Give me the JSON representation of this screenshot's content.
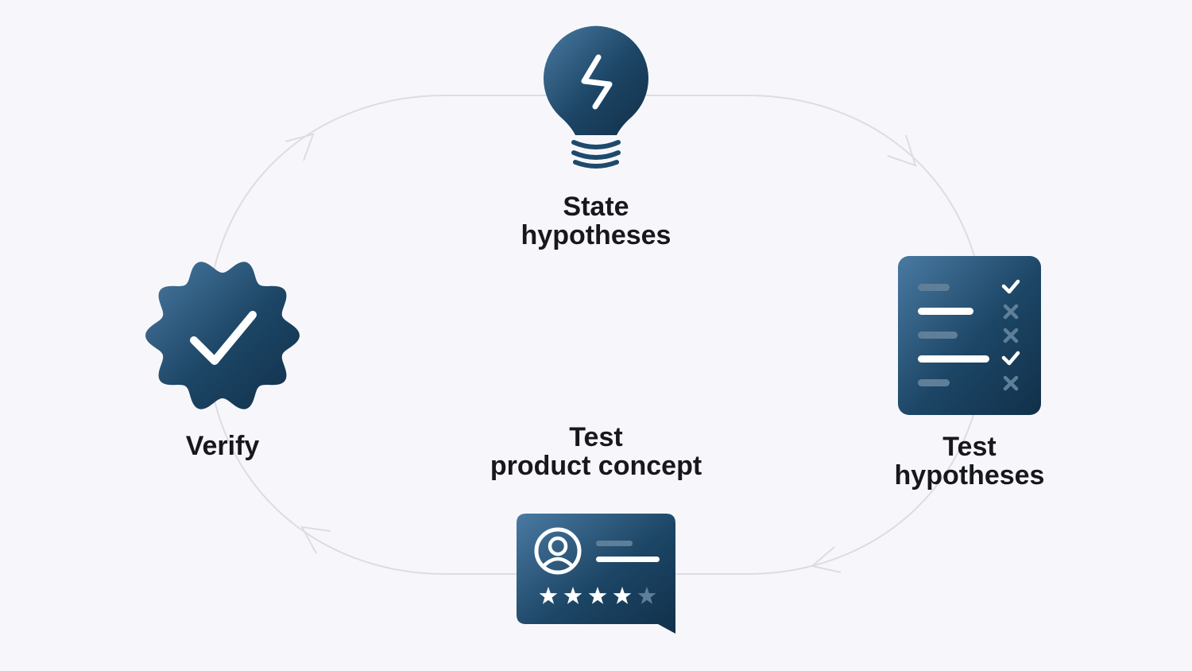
{
  "steps": {
    "state_hypotheses": {
      "line1": "State",
      "line2": "hypotheses"
    },
    "test_hypotheses": {
      "line1": "Test",
      "line2": "hypotheses"
    },
    "test_product_concept": {
      "line1": "Test",
      "line2": "product concept"
    },
    "verify": {
      "line1": "Verify"
    }
  },
  "rating": {
    "filled_stars": 4,
    "total_stars": 5
  },
  "checklist": [
    "check",
    "cross",
    "cross",
    "check",
    "cross"
  ],
  "colors": {
    "background": "#f7f7fb",
    "icon_dark": "#13334f",
    "icon_light": "#4a7aa2",
    "cycle_line": "#dcdde3",
    "text": "#17181c"
  },
  "icons": [
    "lightbulb-icon",
    "checklist-icon",
    "review-card-icon",
    "verified-badge-icon"
  ]
}
